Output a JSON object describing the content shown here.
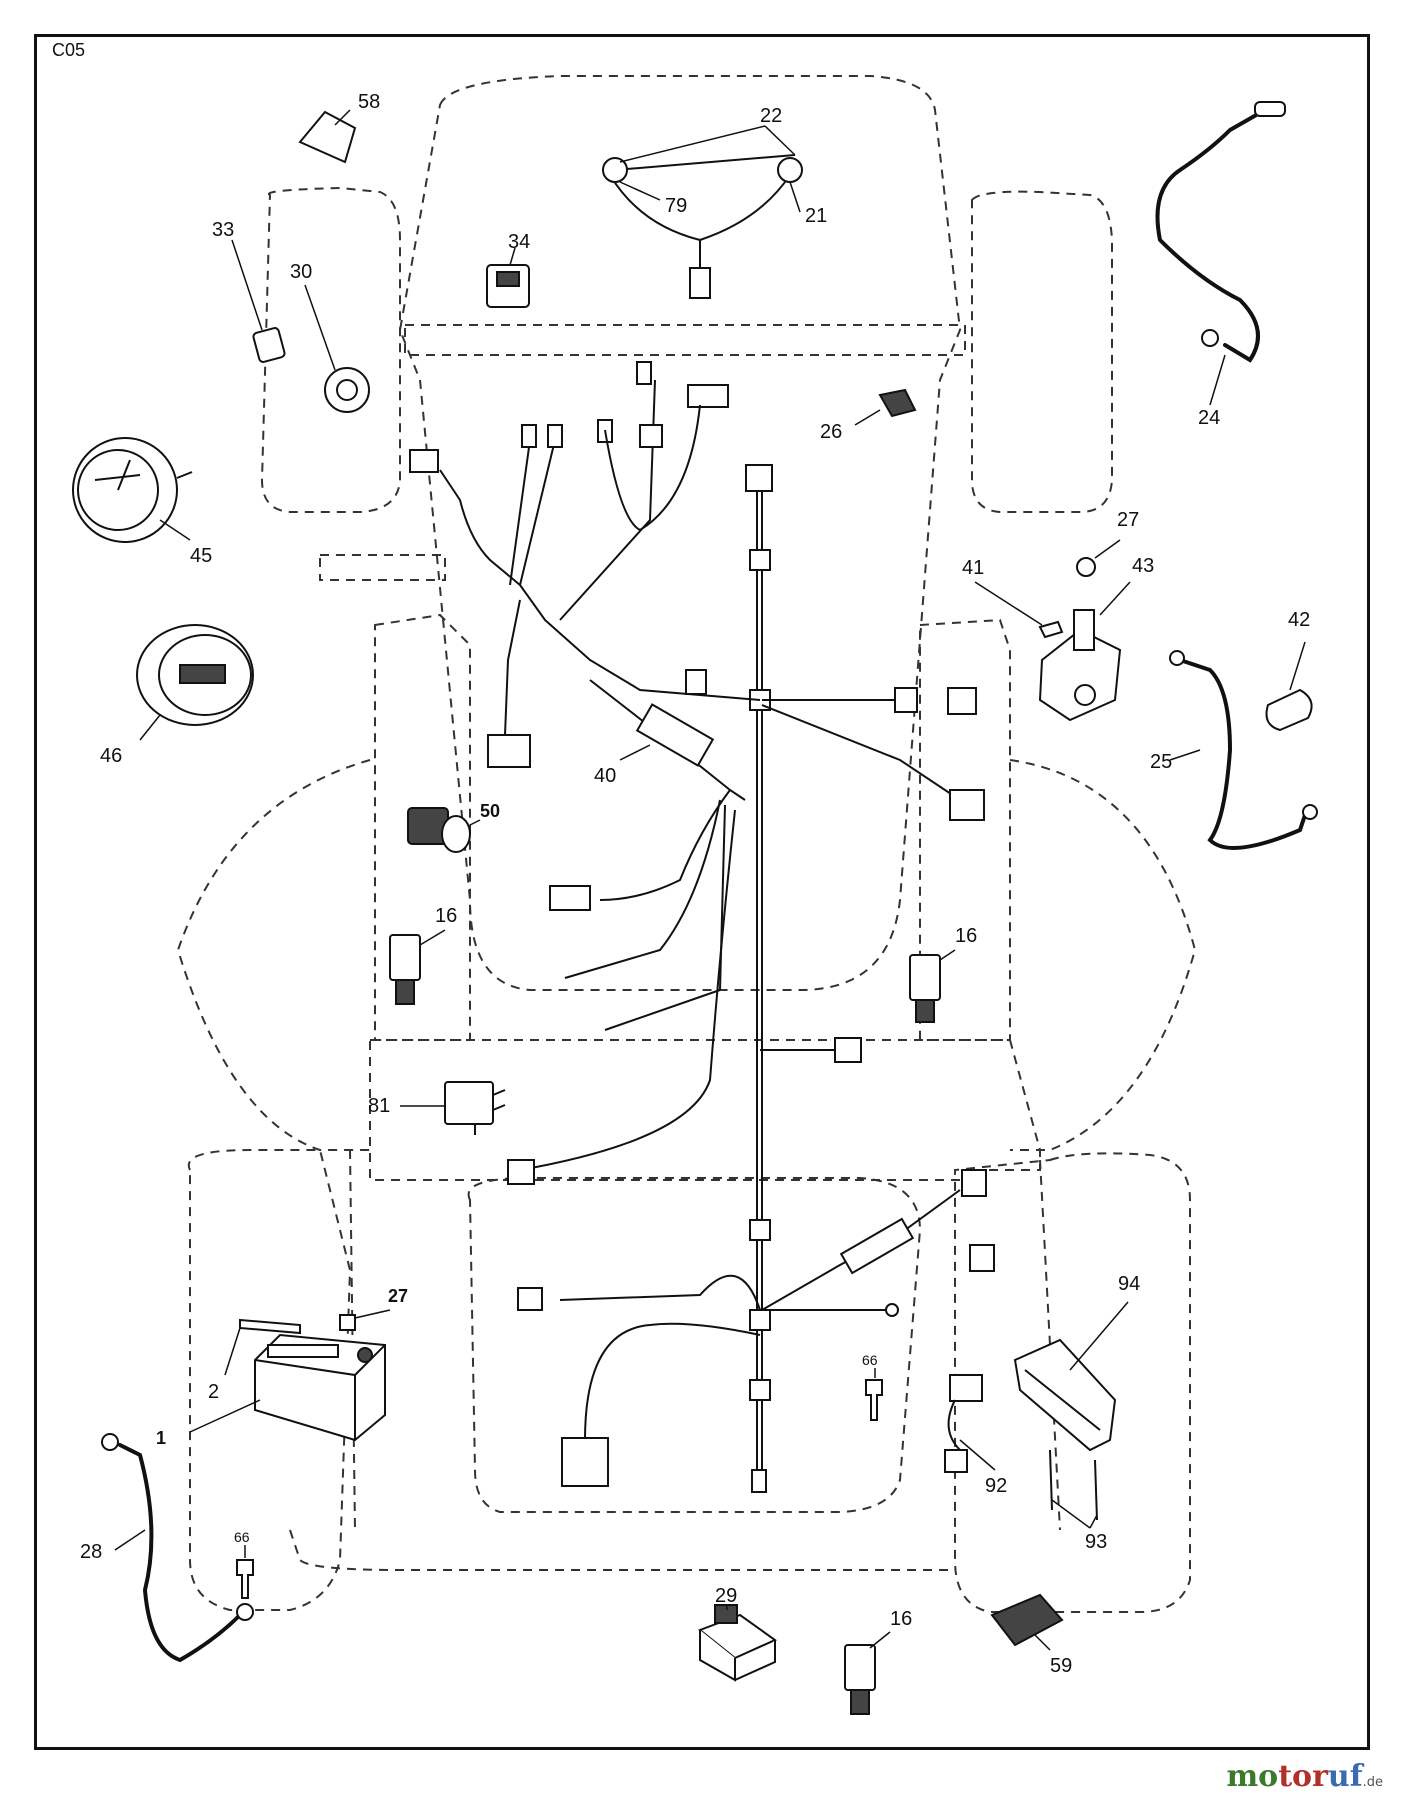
{
  "sheet_code": "C05",
  "watermark": {
    "part1": "mo",
    "part2": "tor",
    "part3": "uf",
    "suffix": ".de"
  },
  "callouts": {
    "c58": "58",
    "c22": "22",
    "c79": "79",
    "c21": "21",
    "c33": "33",
    "c30": "30",
    "c34": "34",
    "c24": "24",
    "c26": "26",
    "c45": "45",
    "c27a": "27",
    "c41": "41",
    "c43": "43",
    "c42": "42",
    "c46": "46",
    "c40": "40",
    "c25": "25",
    "c50": "50",
    "c16a": "16",
    "c16b": "16",
    "c81": "81",
    "c94": "94",
    "c27b": "27",
    "c2": "2",
    "c1": "1",
    "c66a": "66",
    "c92": "92",
    "c28": "28",
    "c66b": "66",
    "c93": "93",
    "c29": "29",
    "c16c": "16",
    "c59": "59"
  }
}
